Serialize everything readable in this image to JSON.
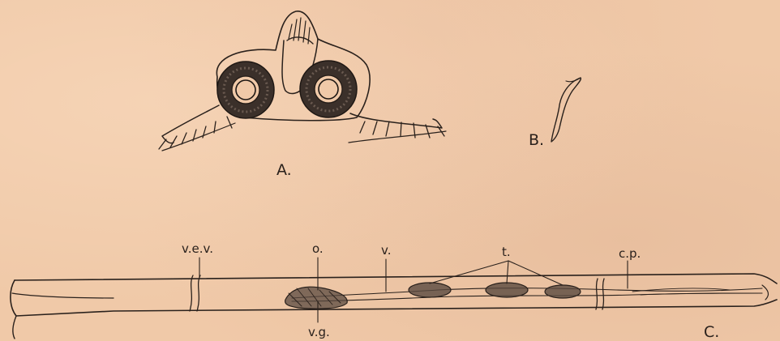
{
  "figure": {
    "panel_labels": {
      "a": "A.",
      "b": "B.",
      "c": "C."
    },
    "part_labels": {
      "vev": "v.e.v.",
      "o": "o.",
      "v": "v.",
      "t": "t.",
      "cp": "c.p.",
      "vg": "v.g."
    }
  }
}
